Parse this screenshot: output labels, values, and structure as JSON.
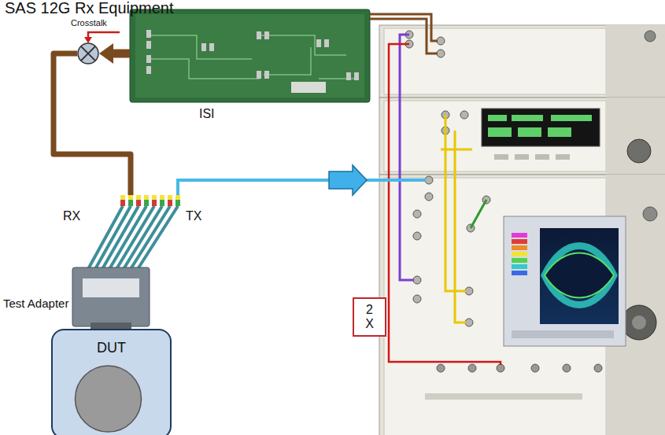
{
  "diagram": {
    "title": "SAS 12G Rx Equipment",
    "nodes": [
      {
        "text": [
          "Crosstalk"
        ]
      },
      {
        "text": [
          "ISI"
        ]
      },
      {
        "text": [
          "Test Adapter"
        ]
      },
      {
        "text": [
          "DUT"
        ]
      },
      {
        "text": [
          "2 X"
        ]
      }
    ],
    "edges": [
      {
        "from": 1,
        "to": 0,
        "arrow": "to"
      },
      {
        "from": 0,
        "to": 2,
        "arrow": "none"
      }
    ],
    "labels": [
      "RX",
      "TX"
    ]
  }
}
